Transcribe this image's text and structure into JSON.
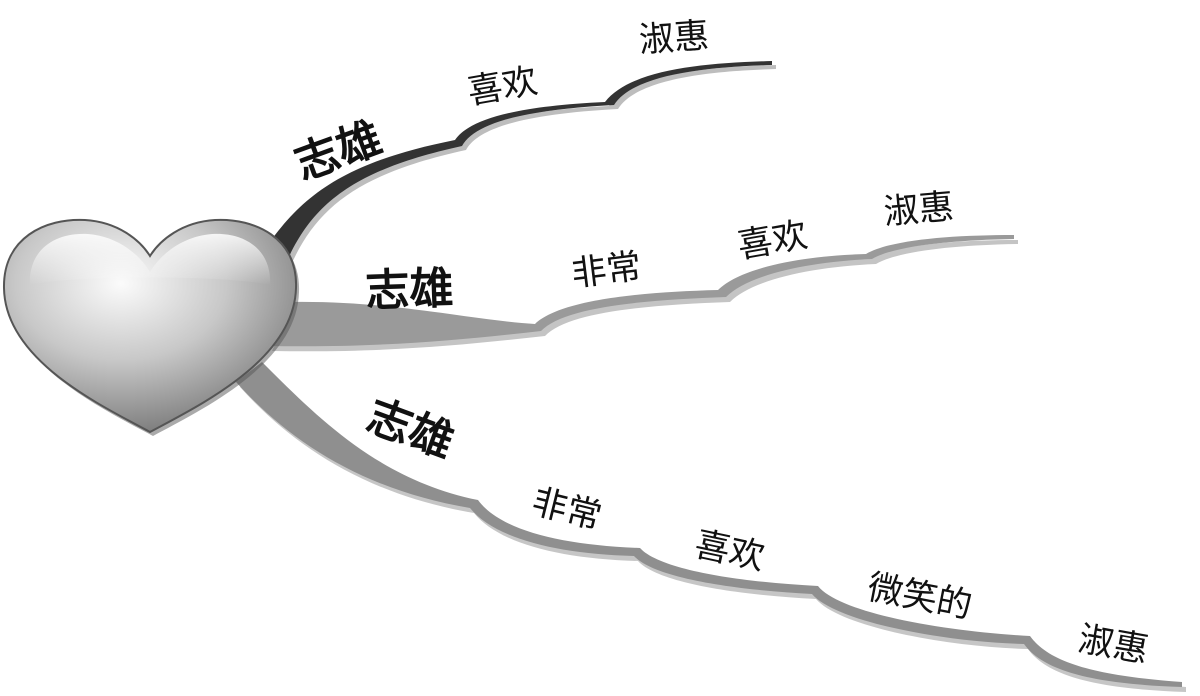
{
  "center": {
    "icon": "heart-icon"
  },
  "branches": [
    {
      "label": "志雄",
      "words": [
        "喜欢",
        "淑惠"
      ]
    },
    {
      "label": "志雄",
      "words": [
        "非常",
        "喜欢",
        "淑惠"
      ]
    },
    {
      "label": "志雄",
      "words": [
        "非常",
        "喜欢",
        "微笑的",
        "淑惠"
      ]
    }
  ],
  "colors": {
    "branch_1": "#333333",
    "branch_2": "#9a9a9a",
    "branch_3": "#8f8f8f",
    "shadow": "#bdbdbd"
  }
}
